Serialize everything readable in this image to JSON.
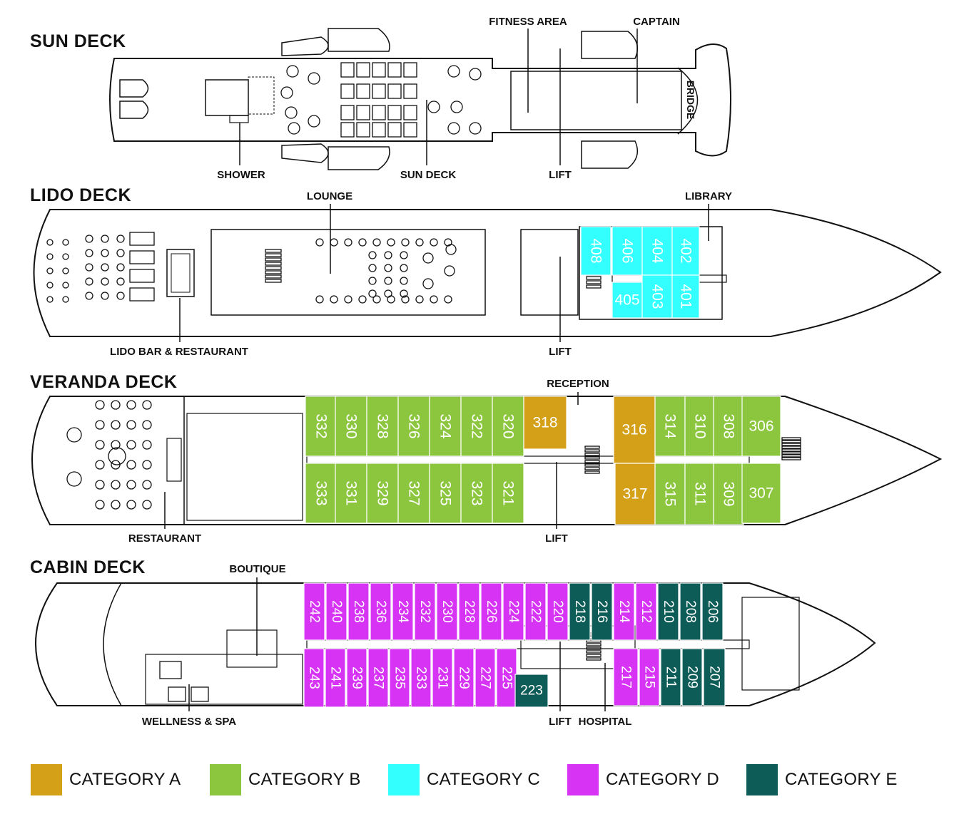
{
  "colors": {
    "A": "#d4a017",
    "B": "#8cc63f",
    "C": "#33ffff",
    "D": "#d633f5",
    "E": "#0d5c57"
  },
  "decks": {
    "sun": "SUN DECK",
    "lido": "LIDO DECK",
    "veranda": "VERANDA DECK",
    "cabin": "CABIN DECK"
  },
  "labels": {
    "fitness_area": "FITNESS AREA",
    "captain": "CAPTAIN",
    "bridge": "BRIDGE",
    "shower": "SHOWER",
    "sun_deck": "SUN DECK",
    "lift_sun": "LIFT",
    "lounge": "LOUNGE",
    "library": "LIBRARY",
    "lido_bar": "LIDO BAR & RESTAURANT",
    "lift_lido": "LIFT",
    "reception": "RECEPTION",
    "restaurant": "RESTAURANT",
    "lift_veranda": "LIFT",
    "boutique": "BOUTIQUE",
    "wellness": "WELLNESS & SPA",
    "lift_cabin": "LIFT",
    "hospital": "HOSPITAL"
  },
  "cabins": {
    "lido": [
      {
        "num": "408",
        "cat": "C"
      },
      {
        "num": "406",
        "cat": "C"
      },
      {
        "num": "404",
        "cat": "C"
      },
      {
        "num": "402",
        "cat": "C"
      },
      {
        "num": "405",
        "cat": "C"
      },
      {
        "num": "403",
        "cat": "C"
      },
      {
        "num": "401",
        "cat": "C"
      }
    ],
    "veranda": [
      {
        "num": "332",
        "cat": "B"
      },
      {
        "num": "330",
        "cat": "B"
      },
      {
        "num": "328",
        "cat": "B"
      },
      {
        "num": "326",
        "cat": "B"
      },
      {
        "num": "324",
        "cat": "B"
      },
      {
        "num": "322",
        "cat": "B"
      },
      {
        "num": "320",
        "cat": "B"
      },
      {
        "num": "318",
        "cat": "A"
      },
      {
        "num": "316",
        "cat": "A"
      },
      {
        "num": "314",
        "cat": "B"
      },
      {
        "num": "310",
        "cat": "B"
      },
      {
        "num": "308",
        "cat": "B"
      },
      {
        "num": "306",
        "cat": "B"
      },
      {
        "num": "333",
        "cat": "B"
      },
      {
        "num": "331",
        "cat": "B"
      },
      {
        "num": "329",
        "cat": "B"
      },
      {
        "num": "327",
        "cat": "B"
      },
      {
        "num": "325",
        "cat": "B"
      },
      {
        "num": "323",
        "cat": "B"
      },
      {
        "num": "321",
        "cat": "B"
      },
      {
        "num": "317",
        "cat": "A"
      },
      {
        "num": "315",
        "cat": "B"
      },
      {
        "num": "311",
        "cat": "B"
      },
      {
        "num": "309",
        "cat": "B"
      },
      {
        "num": "307",
        "cat": "B"
      }
    ],
    "cabin": [
      {
        "num": "242",
        "cat": "D"
      },
      {
        "num": "240",
        "cat": "D"
      },
      {
        "num": "238",
        "cat": "D"
      },
      {
        "num": "236",
        "cat": "D"
      },
      {
        "num": "234",
        "cat": "D"
      },
      {
        "num": "232",
        "cat": "D"
      },
      {
        "num": "230",
        "cat": "D"
      },
      {
        "num": "228",
        "cat": "D"
      },
      {
        "num": "226",
        "cat": "D"
      },
      {
        "num": "224",
        "cat": "D"
      },
      {
        "num": "222",
        "cat": "D"
      },
      {
        "num": "220",
        "cat": "D"
      },
      {
        "num": "218",
        "cat": "E"
      },
      {
        "num": "216",
        "cat": "E"
      },
      {
        "num": "214",
        "cat": "D"
      },
      {
        "num": "212",
        "cat": "D"
      },
      {
        "num": "210",
        "cat": "E"
      },
      {
        "num": "208",
        "cat": "E"
      },
      {
        "num": "206",
        "cat": "E"
      },
      {
        "num": "243",
        "cat": "D"
      },
      {
        "num": "241",
        "cat": "D"
      },
      {
        "num": "239",
        "cat": "D"
      },
      {
        "num": "237",
        "cat": "D"
      },
      {
        "num": "235",
        "cat": "D"
      },
      {
        "num": "233",
        "cat": "D"
      },
      {
        "num": "231",
        "cat": "D"
      },
      {
        "num": "229",
        "cat": "D"
      },
      {
        "num": "227",
        "cat": "D"
      },
      {
        "num": "225",
        "cat": "D"
      },
      {
        "num": "223",
        "cat": "E"
      },
      {
        "num": "217",
        "cat": "D"
      },
      {
        "num": "215",
        "cat": "D"
      },
      {
        "num": "211",
        "cat": "E"
      },
      {
        "num": "209",
        "cat": "E"
      },
      {
        "num": "207",
        "cat": "E"
      }
    ]
  },
  "legend": [
    {
      "cat": "A",
      "label": "CATEGORY A"
    },
    {
      "cat": "B",
      "label": "CATEGORY B"
    },
    {
      "cat": "C",
      "label": "CATEGORY C"
    },
    {
      "cat": "D",
      "label": "CATEGORY D"
    },
    {
      "cat": "E",
      "label": "CATEGORY E"
    }
  ]
}
